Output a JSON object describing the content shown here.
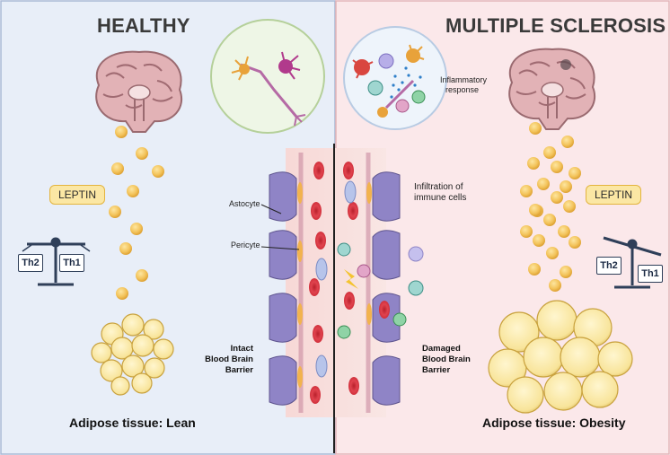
{
  "healthy": {
    "title": "HEALTHY",
    "leptin_label": "LEPTIN",
    "scale_left": "Th2",
    "scale_right": "Th1",
    "astrocyte_label": "Astocyte",
    "pericyte_label": "Pericyte",
    "bbb_label": [
      "Intact",
      "Blood Brain",
      "Barrier"
    ],
    "adipose_label": "Adipose tissue: Lean"
  },
  "ms": {
    "title": "MULTIPLE SCLEROSIS",
    "inflammatory_label": [
      "Inflammatory",
      "response"
    ],
    "infiltration_label": [
      "Infiltration of",
      "immune cells"
    ],
    "leptin_label": "LEPTIN",
    "scale_left": "Th2",
    "scale_right": "Th1",
    "bbb_label": [
      "Damaged",
      "Blood Brain",
      "Barrier"
    ],
    "adipose_label": "Adipose tissue: Obesity"
  },
  "colors": {
    "healthy_bg": "#e8eef8",
    "ms_bg": "#fbe8ea",
    "leptin_dot": "#f3c35a",
    "fat_cell": "#fbeaa9",
    "astrocyte": "#8f84c6",
    "red_cell": "#d9303c",
    "vessel": "#f6d1d0"
  }
}
